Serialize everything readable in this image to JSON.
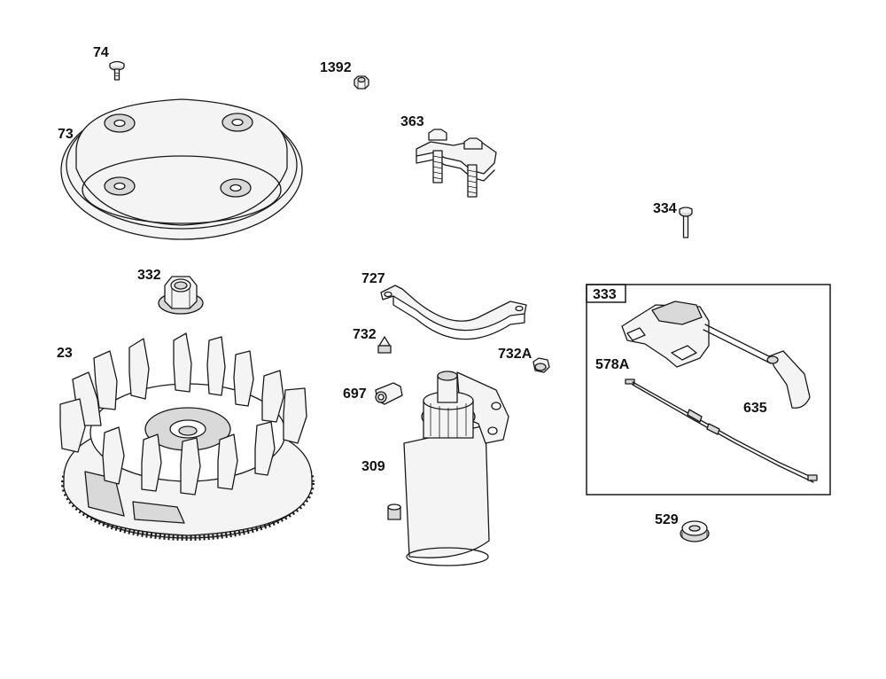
{
  "parts": [
    {
      "id": "p74",
      "label": "74"
    },
    {
      "id": "p1392",
      "label": "1392"
    },
    {
      "id": "p73",
      "label": "73"
    },
    {
      "id": "p363",
      "label": "363"
    },
    {
      "id": "p334",
      "label": "334"
    },
    {
      "id": "p332",
      "label": "332"
    },
    {
      "id": "p727",
      "label": "727"
    },
    {
      "id": "p333",
      "label": "333"
    },
    {
      "id": "p23",
      "label": "23"
    },
    {
      "id": "p732",
      "label": "732"
    },
    {
      "id": "p732a",
      "label": "732A"
    },
    {
      "id": "p578a",
      "label": "578A"
    },
    {
      "id": "p697",
      "label": "697"
    },
    {
      "id": "p635",
      "label": "635"
    },
    {
      "id": "p309",
      "label": "309"
    },
    {
      "id": "p529",
      "label": "529"
    }
  ]
}
